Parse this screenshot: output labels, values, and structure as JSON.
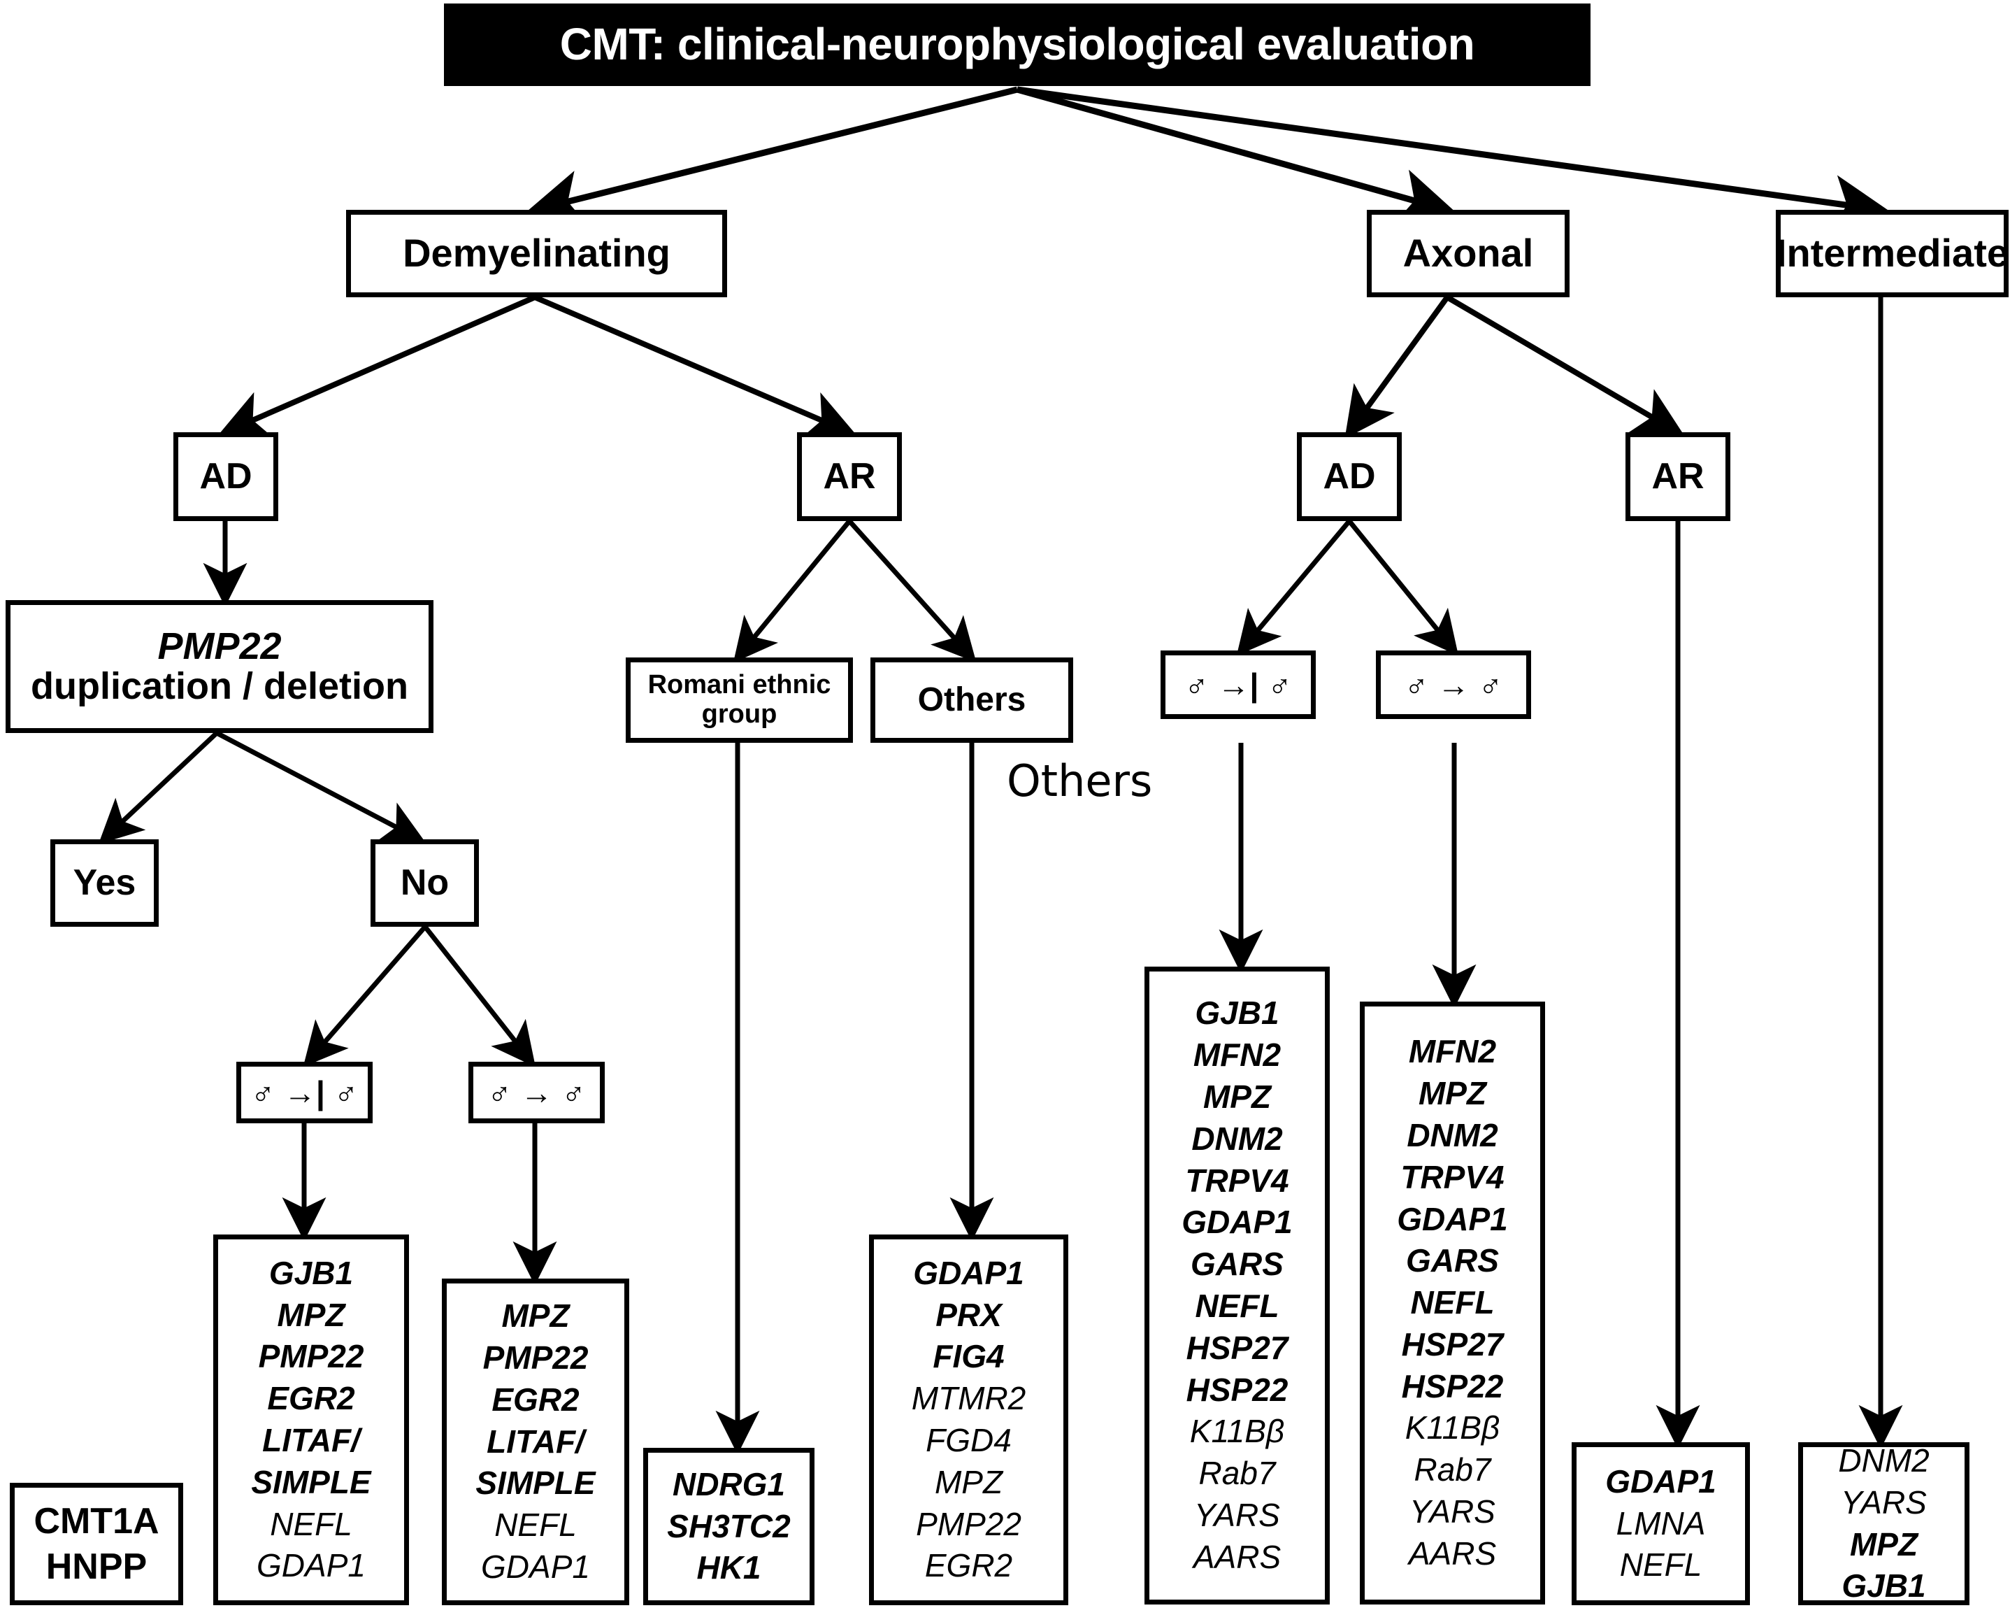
{
  "title": {
    "text": "CMT: clinical-neurophysiological evaluation"
  },
  "levels": {
    "phenotype": [
      {
        "id": "demyelinating",
        "label": "Demyelinating"
      },
      {
        "id": "axonal",
        "label": "Axonal"
      },
      {
        "id": "intermediate",
        "label": "Intermediate"
      }
    ],
    "inheritance": [
      {
        "id": "dem-ad",
        "label": "AD"
      },
      {
        "id": "dem-ar",
        "label": "AR"
      },
      {
        "id": "ax-ad",
        "label": "AD"
      },
      {
        "id": "ax-ar",
        "label": "AR"
      }
    ]
  },
  "tests": {
    "pmp22_gene": "PMP22",
    "pmp22_desc": "duplication / deletion",
    "yes": "Yes",
    "no": "No"
  },
  "ethnicity": {
    "romani": "Romani ethnic group",
    "others_box": "Others"
  },
  "free_labels": {
    "others": "Others"
  },
  "transmission": {
    "blocked": {
      "label": "male-to-male transmission absent",
      "symbol": "♂ →| ♂"
    },
    "present": {
      "label": "male-to-male transmission present",
      "symbol": "♂ → ♂"
    }
  },
  "outcomes": {
    "cmt1a_hnpp": {
      "lines": [
        "CMT1A",
        "HNPP"
      ]
    }
  },
  "gene_panels": [
    {
      "id": "dem-ad-nomm",
      "genes": [
        {
          "name": "GJB1",
          "bold": true
        },
        {
          "name": "MPZ",
          "bold": true
        },
        {
          "name": "PMP22",
          "bold": true
        },
        {
          "name": "EGR2",
          "bold": true
        },
        {
          "name": "LITAF/",
          "bold": true
        },
        {
          "name": "SIMPLE",
          "bold": true
        },
        {
          "name": "NEFL",
          "bold": false
        },
        {
          "name": "GDAP1",
          "bold": false
        }
      ]
    },
    {
      "id": "dem-ad-mm",
      "genes": [
        {
          "name": "MPZ",
          "bold": true
        },
        {
          "name": "PMP22",
          "bold": true
        },
        {
          "name": "EGR2",
          "bold": true
        },
        {
          "name": "LITAF/",
          "bold": true
        },
        {
          "name": "SIMPLE",
          "bold": true
        },
        {
          "name": "NEFL",
          "bold": false
        },
        {
          "name": "GDAP1",
          "bold": false
        }
      ]
    },
    {
      "id": "dem-ar-romani",
      "genes": [
        {
          "name": "NDRG1",
          "bold": true
        },
        {
          "name": "SH3TC2",
          "bold": true
        },
        {
          "name": "HK1",
          "bold": true
        }
      ]
    },
    {
      "id": "dem-ar-others",
      "genes": [
        {
          "name": "GDAP1",
          "bold": true
        },
        {
          "name": "PRX",
          "bold": true
        },
        {
          "name": "FIG4",
          "bold": true
        },
        {
          "name": "MTMR2",
          "bold": false
        },
        {
          "name": "FGD4",
          "bold": false
        },
        {
          "name": "MPZ",
          "bold": false
        },
        {
          "name": "PMP22",
          "bold": false
        },
        {
          "name": "EGR2",
          "bold": false
        }
      ]
    },
    {
      "id": "ax-ad-nomm",
      "genes": [
        {
          "name": "GJB1",
          "bold": true
        },
        {
          "name": "MFN2",
          "bold": true
        },
        {
          "name": "MPZ",
          "bold": true
        },
        {
          "name": "DNM2",
          "bold": true
        },
        {
          "name": "TRPV4",
          "bold": true
        },
        {
          "name": "GDAP1",
          "bold": true
        },
        {
          "name": "GARS",
          "bold": true
        },
        {
          "name": "NEFL",
          "bold": true
        },
        {
          "name": "HSP27",
          "bold": true
        },
        {
          "name": "HSP22",
          "bold": true
        },
        {
          "name": "K11Bβ",
          "bold": false
        },
        {
          "name": "Rab7",
          "bold": false
        },
        {
          "name": "YARS",
          "bold": false
        },
        {
          "name": "AARS",
          "bold": false
        }
      ]
    },
    {
      "id": "ax-ad-mm",
      "genes": [
        {
          "name": "MFN2",
          "bold": true
        },
        {
          "name": "MPZ",
          "bold": true
        },
        {
          "name": "DNM2",
          "bold": true
        },
        {
          "name": "TRPV4",
          "bold": true
        },
        {
          "name": "GDAP1",
          "bold": true
        },
        {
          "name": "GARS",
          "bold": true
        },
        {
          "name": "NEFL",
          "bold": true
        },
        {
          "name": "HSP27",
          "bold": true
        },
        {
          "name": "HSP22",
          "bold": true
        },
        {
          "name": "K11Bβ",
          "bold": false
        },
        {
          "name": "Rab7",
          "bold": false
        },
        {
          "name": "YARS",
          "bold": false
        },
        {
          "name": "AARS",
          "bold": false
        }
      ]
    },
    {
      "id": "ax-ar",
      "genes": [
        {
          "name": "GDAP1",
          "bold": true
        },
        {
          "name": "LMNA",
          "bold": false
        },
        {
          "name": "NEFL",
          "bold": false
        }
      ]
    },
    {
      "id": "intermediate",
      "genes": [
        {
          "name": "DNM2",
          "bold": false
        },
        {
          "name": "YARS",
          "bold": false
        },
        {
          "name": "MPZ",
          "bold": true
        },
        {
          "name": "GJB1",
          "bold": true
        }
      ]
    }
  ],
  "colors": {
    "ink": "#000000",
    "paper": "#ffffff",
    "title_bg": "#000000",
    "title_fg": "#ffffff"
  }
}
